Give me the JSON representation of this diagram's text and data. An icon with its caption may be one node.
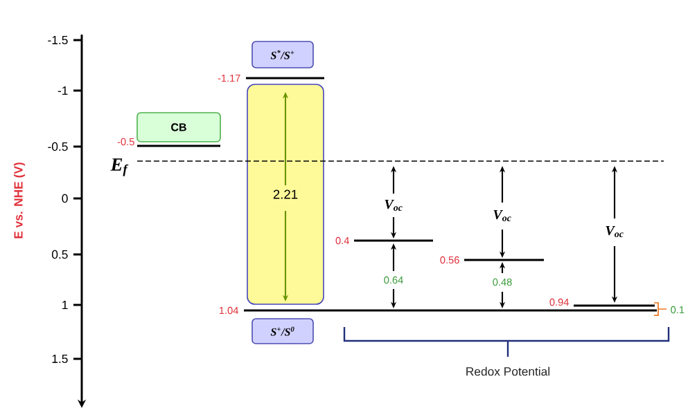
{
  "diagram": {
    "nodes": [
      {
        "text": [
          "CB"
        ]
      },
      {
        "text": [
          "S$^{*}$/S$^{+}$"
        ]
      },
      {
        "text": [
          "2.21"
        ]
      },
      {
        "text": [
          "S$^{+}$/S$^{0}$"
        ]
      }
    ],
    "labels": [
      "-1.5",
      "-1",
      "-0.5",
      "0",
      "0.5",
      "1",
      "1.5",
      "E vs. NHE (V)",
      "-1.17",
      "-0.5",
      "E$_{f}$",
      "V$_{oc}$",
      "V$_{oc}$",
      "V$_{oc}$",
      "0.4",
      "0.56",
      "0.64",
      "0.48",
      "0.94",
      "1.04",
      "0.1",
      "Redox Potential"
    ]
  }
}
